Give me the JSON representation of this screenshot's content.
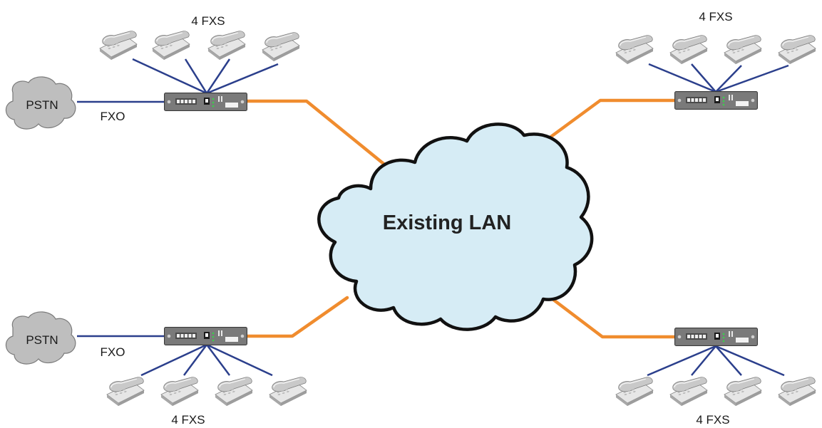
{
  "center_cloud": {
    "label": "Existing LAN"
  },
  "sites": [
    {
      "id": "top-left",
      "fxs_label": "4 FXS",
      "pstn_label": "PSTN",
      "fxo_label": "FXO"
    },
    {
      "id": "top-right",
      "fxs_label": "4 FXS"
    },
    {
      "id": "bottom-left",
      "fxs_label": "4 FXS",
      "pstn_label": "PSTN",
      "fxo_label": "FXO"
    },
    {
      "id": "bottom-right",
      "fxs_label": "4 FXS"
    }
  ],
  "colors": {
    "lan_link": "#f08c2e",
    "phone_link": "#2b3f8c",
    "cloud_fill": "#d6ecf5",
    "pstn_cloud_fill": "#bebebe",
    "device_body": "#6d6d6d"
  },
  "icons": [
    "cloud-icon",
    "gateway-device-icon",
    "telephone-icon"
  ]
}
